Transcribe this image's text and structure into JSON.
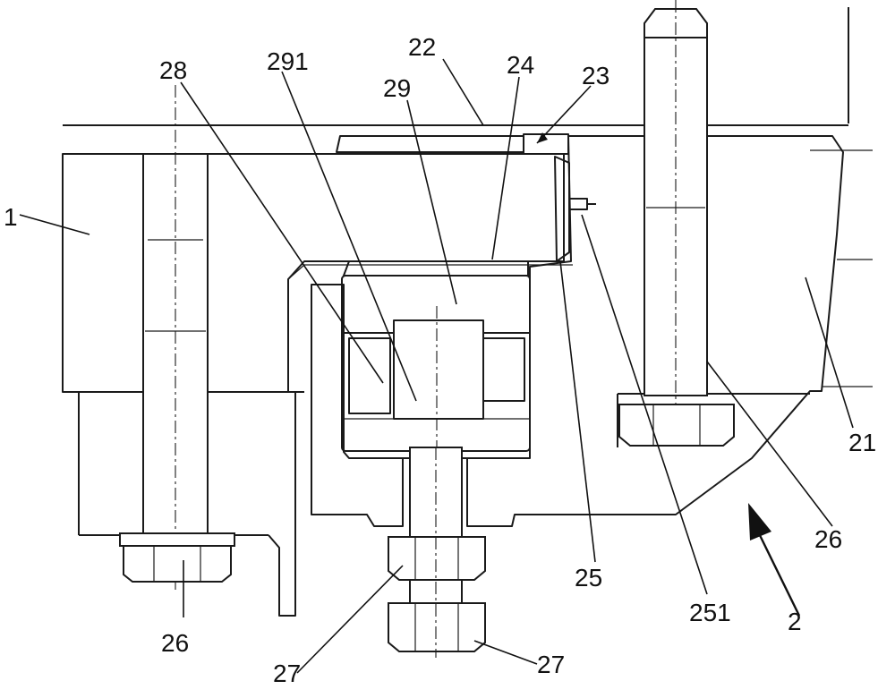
{
  "labels": {
    "l1": "1",
    "l2": "2",
    "l21": "21",
    "l22": "22",
    "l23": "23",
    "l24": "24",
    "l25": "25",
    "l251": "251",
    "l26a": "26",
    "l26b": "26",
    "l27a": "27",
    "l27b": "27",
    "l28": "28",
    "l29": "29",
    "l291": "291"
  }
}
